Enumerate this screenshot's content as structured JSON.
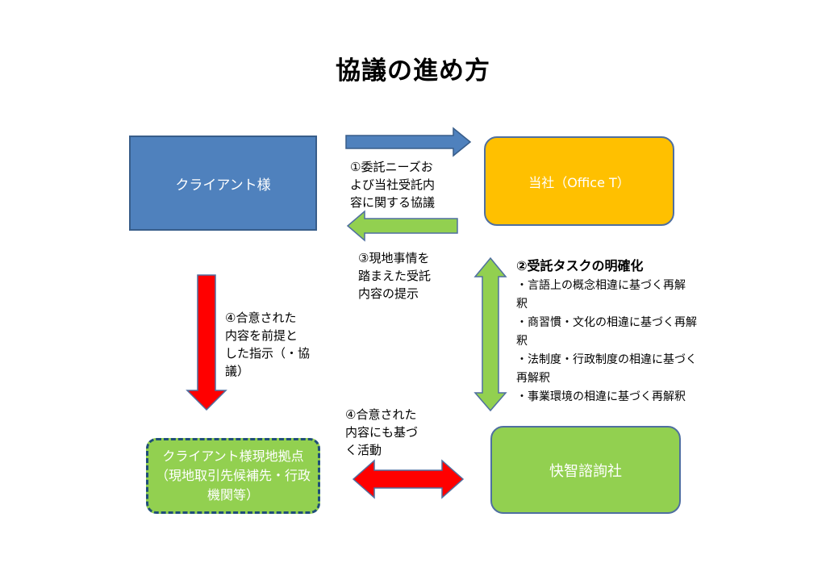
{
  "title": "協議の進め方",
  "boxes": {
    "client": "クライアント様",
    "office": "当社（Office T）",
    "local": "クライアント様現地拠点（現地取引先候補先・行政機関等）",
    "kaichi": "快智諮詢社"
  },
  "notes": {
    "n1": "①委託ニーズお\nよび当社受託内\n容に関する協議",
    "n3": "③現地事情を\n踏まえた受託\n内容の提示",
    "n4a": "④合意された\n内容を前提と\nした指示（・協\n議）",
    "n4b": "④合意された\n内容にも基づ\nく活動"
  },
  "tasks": {
    "heading": "②受託タスクの明確化",
    "items": [
      "・言語上の概念相違に基づく再解\n釈",
      "・商習慣・文化の相違に基づく再解\n釈",
      "・法制度・行政制度の相違に基づく\n再解釈",
      "・事業環境の相違に基づく再解釈"
    ]
  },
  "colors": {
    "blue": "#4f81bd",
    "orange": "#ffc000",
    "green": "#92d050",
    "red": "#ff0000"
  }
}
